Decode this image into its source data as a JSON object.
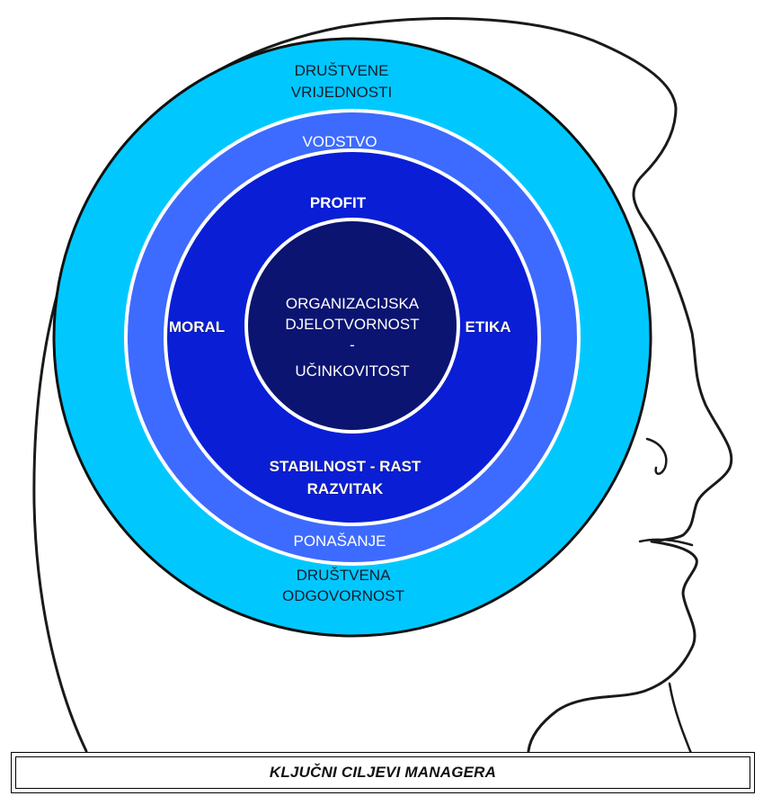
{
  "diagram": {
    "rings": {
      "outer": {
        "top_line1": "DRUŠTVENE",
        "top_line2": "VRIJEDNOSTI",
        "bottom_line1": "DRUŠTVENA",
        "bottom_line2": "ODGOVORNOST",
        "color": "#00c8ff"
      },
      "second": {
        "top": "VODSTVO",
        "bottom": "PONAŠANJE",
        "color": "#3d6bff"
      },
      "third": {
        "top": "PROFIT",
        "left": "MORAL",
        "right": "ETIKA",
        "bottom_line1": "STABILNOST - RAST",
        "bottom_line2": "RAZVITAK",
        "color": "#0a1ed6"
      },
      "center": {
        "line1": "ORGANIZACIJSKA",
        "line2": "DJELOTVORNOST",
        "line3": "-",
        "line4": "UČINKOVITOST",
        "color": "#0b1470"
      }
    }
  },
  "caption": {
    "text": "KLJUČNI CILJEVI MANAGERA"
  }
}
